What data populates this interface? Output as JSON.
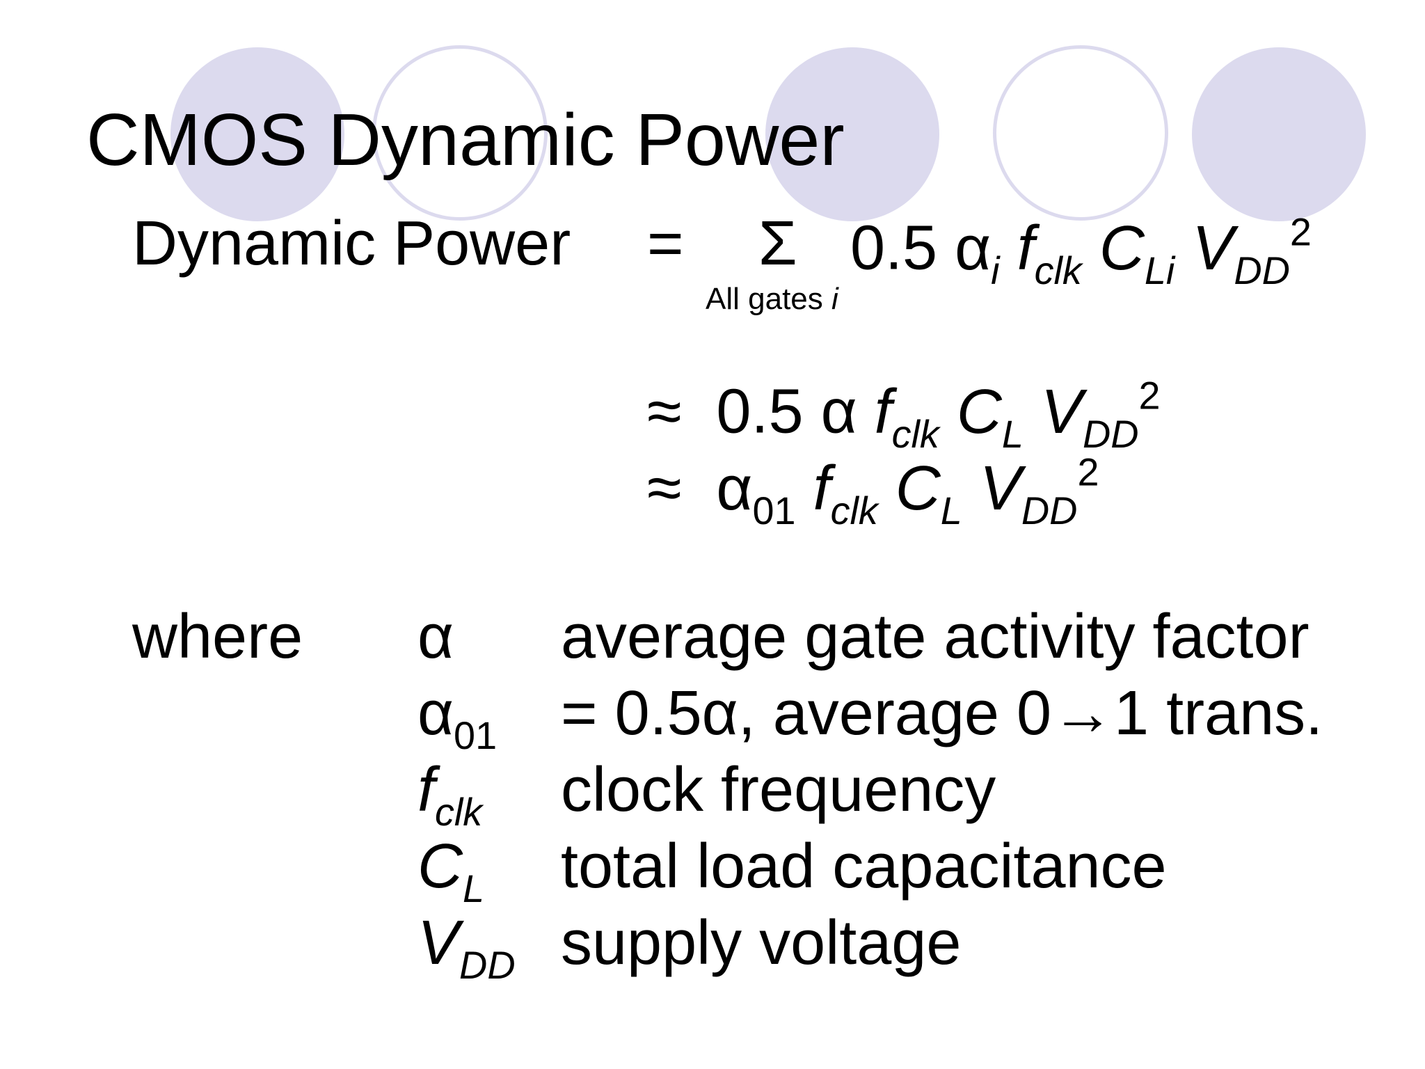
{
  "theme": {
    "accent": "#dcdaee",
    "text_color": "#000000",
    "background": "#ffffff"
  },
  "decoration": {
    "circles": [
      "filled",
      "ring",
      "filled",
      "ring",
      "filled"
    ]
  },
  "slide": {
    "title": "CMOS Dynamic Power"
  },
  "equation": {
    "lhs": "Dynamic Power",
    "equals": "=",
    "sum_symbol": "Σ",
    "sum_index_text": "All gates ",
    "sum_index_var": "i",
    "coefficient": "0.5",
    "alpha": "α",
    "alpha_sub_i": "i",
    "f": "f",
    "clk": "clk",
    "C": "C",
    "Li": "Li",
    "V": "V",
    "DD": "DD",
    "squared": "2",
    "approx": "≈",
    "L": "L",
    "sub_01": "01"
  },
  "definitions": {
    "where_label": "where",
    "items": [
      {
        "symbol": "α",
        "description": "average gate activity factor"
      },
      {
        "symbol": "α",
        "symbol_sub": "01",
        "description": "= 0.5α, average 0→1 trans."
      },
      {
        "symbol": "f",
        "symbol_sub": "clk",
        "description": "clock frequency"
      },
      {
        "symbol": "C",
        "symbol_sub": "L",
        "description": "total load capacitance"
      },
      {
        "symbol": "V",
        "symbol_sub": "DD",
        "description": "supply voltage"
      }
    ]
  }
}
